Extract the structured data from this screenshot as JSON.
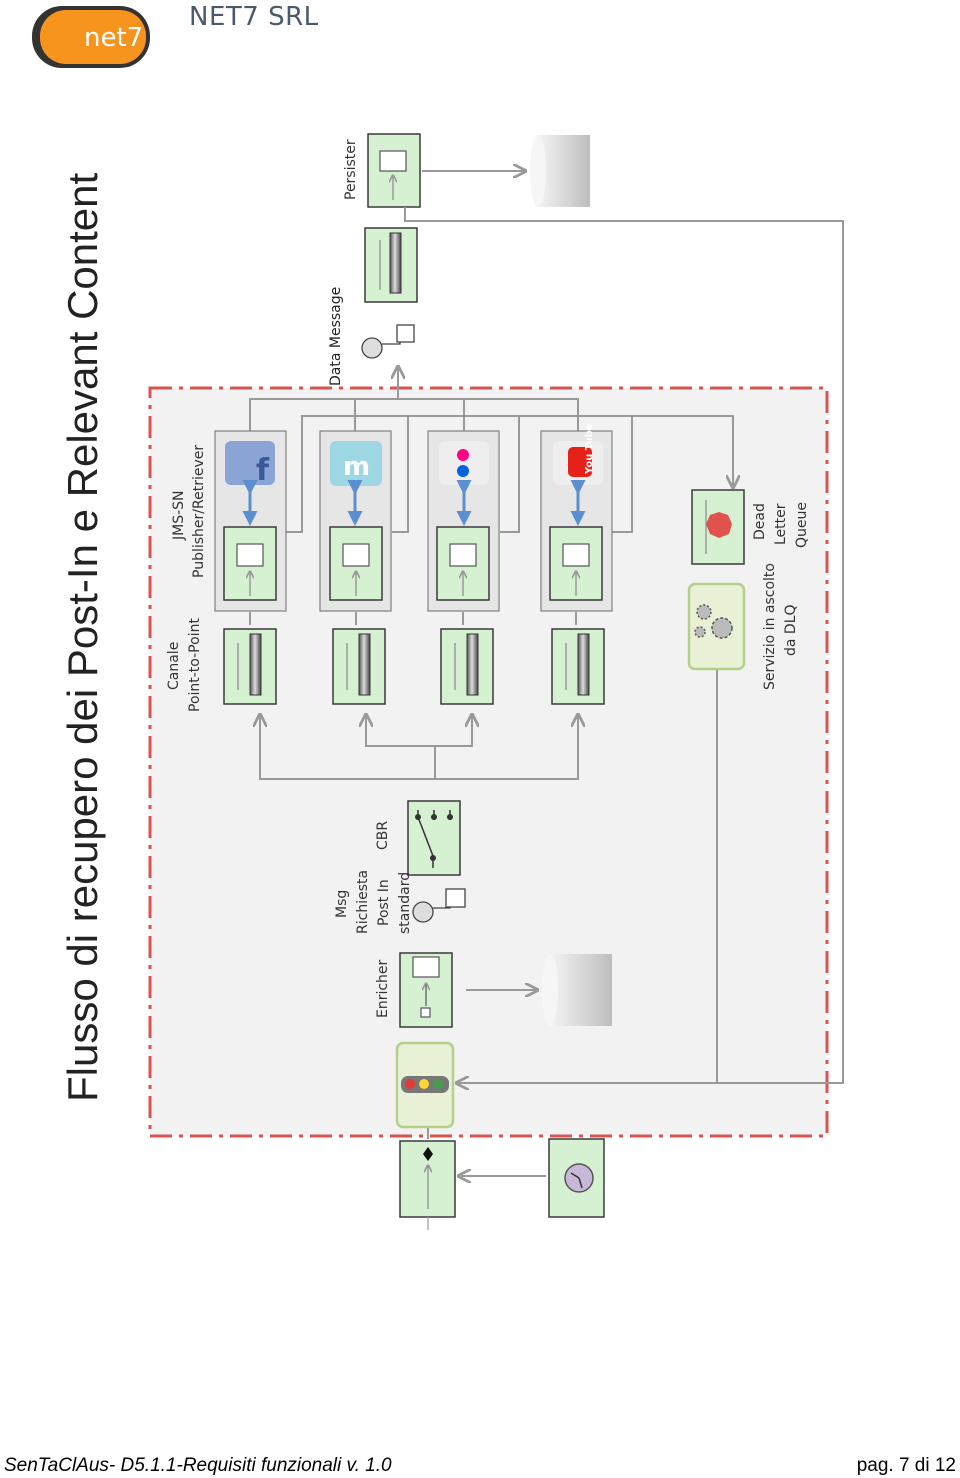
{
  "header": {
    "company": "NET7 SRL",
    "logo_text": "net7"
  },
  "diagram": {
    "title": "Flusso di recupero dei Post-In e Relevant Content",
    "labels": {
      "persister": "Persister",
      "data_message": "Data Message",
      "jms_sn_line1": "JMS-SN",
      "jms_sn_line2": "Publisher/Retriever",
      "canale_line1": "Canale",
      "canale_line2": "Point-to-Point",
      "cbr": "CBR",
      "msg_line1": "Msg",
      "msg_line2": "Richiesta",
      "msg_line3": "Post In",
      "msg_line4": "standard",
      "enricher": "Enricher",
      "dlq_line1": "Dead",
      "dlq_line2": "Letter",
      "dlq_line3": "Queue",
      "svc_line1": "Servizio in ascolto",
      "svc_line2": "da DLQ"
    },
    "social_icons": [
      "facebook-icon",
      "myspace-icon",
      "flickr-icon",
      "youtube-icon"
    ],
    "youtube_text": "You Tube",
    "colors": {
      "box_fill": "#d6f0d2",
      "box_stroke": "#3a3a3a",
      "dashed_border": "#d9534f",
      "panel": "#f2f2f2",
      "arrow": "#999999",
      "logo_orange": "#f7941d"
    }
  },
  "footer": {
    "doc_ref": "SenTaClAus- D5.1.1-Requisiti funzionali v. 1.0",
    "page": "pag. 7 di 12"
  }
}
